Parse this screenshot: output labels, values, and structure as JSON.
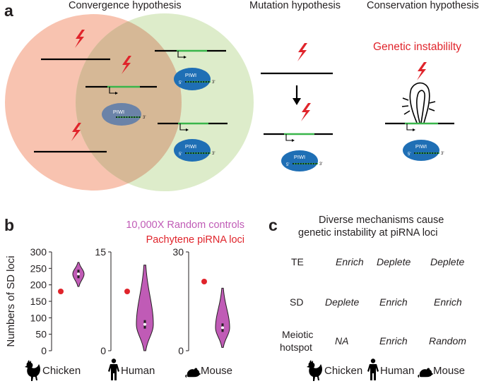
{
  "panel_a": {
    "label": "a",
    "headers": {
      "convergence": "Convergence hypothesis",
      "mutation": "Mutation hypothesis",
      "conservation": "Conservation hypothesis"
    },
    "genetic_instability": "Genetic instabililty",
    "piwi_label": "PIWI",
    "five_prime": "5'",
    "three_prime": "3'",
    "colors": {
      "left_circle": "#f7b9a2",
      "right_circle": "#d9eac4",
      "overlap": "#d6b896",
      "dna_line": "#000000",
      "pirna_segment": "#39b54a",
      "piwi": "#1f6fb5",
      "lightning": "#e0242b",
      "genetic_instability_text": "#e0242b"
    }
  },
  "panel_b": {
    "label": "b",
    "legend": {
      "random_controls": "10,000X Random controls",
      "pachytene": "Pachytene piRNA loci",
      "random_color": "#c05bb6",
      "pachytene_color": "#e0242b"
    },
    "ylabel": "Numbers of SD loci",
    "species": [
      "Chicken",
      "Human",
      "Mouse"
    ],
    "icons": [
      "rooster-icon",
      "human-icon",
      "mouse-icon"
    ]
  },
  "panel_c": {
    "label": "c",
    "title_line1": "Diverse mechanisms cause",
    "title_line2": "genetic instability at piRNA loci",
    "rows": [
      {
        "label": "TE",
        "values": [
          "Enrich",
          "Deplete",
          "Deplete"
        ]
      },
      {
        "label": "SD",
        "values": [
          "Deplete",
          "Enrich",
          "Enrich"
        ]
      },
      {
        "label_line1": "Meiotic",
        "label_line2": "hotspot",
        "values": [
          "NA",
          "Enrich",
          "Random"
        ]
      }
    ],
    "species": [
      "Chicken",
      "Human",
      "Mouse"
    ]
  },
  "chart_data": [
    {
      "type": "violin",
      "species": "Chicken",
      "ylim": [
        0,
        300
      ],
      "yticks": [
        0,
        50,
        100,
        150,
        200,
        250,
        300
      ],
      "pachytene_value": 180,
      "random_median": 233,
      "random_range": [
        195,
        268
      ]
    },
    {
      "type": "violin",
      "species": "Human",
      "ylim": [
        0,
        15
      ],
      "yticks": [
        0,
        15
      ],
      "pachytene_value": 9,
      "random_median": 4,
      "random_range": [
        0,
        13
      ]
    },
    {
      "type": "violin",
      "species": "Mouse",
      "ylim": [
        0,
        30
      ],
      "yticks": [
        0,
        30
      ],
      "pachytene_value": 21,
      "random_median": 7,
      "random_range": [
        1,
        19
      ]
    }
  ]
}
